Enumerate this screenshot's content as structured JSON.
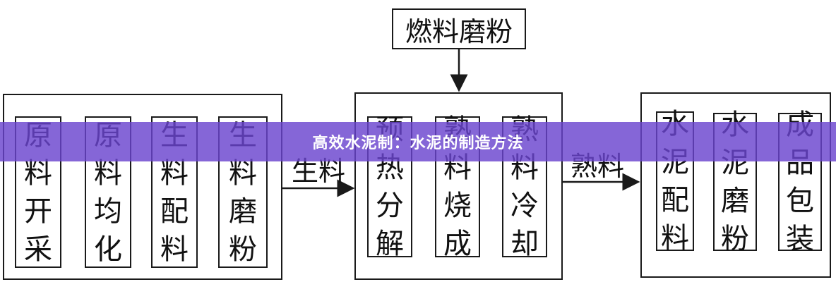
{
  "fuel_box": {
    "label": "燃料磨粉"
  },
  "group1": {
    "steps": [
      [
        "原",
        "料",
        "开",
        "采"
      ],
      [
        "原",
        "料",
        "均",
        "化"
      ],
      [
        "生",
        "料",
        "配",
        "料"
      ],
      [
        "生",
        "料",
        "磨",
        "粉"
      ]
    ]
  },
  "group2": {
    "steps": [
      [
        "预",
        "热",
        "分",
        "解"
      ],
      [
        "熟",
        "料",
        "烧",
        "成"
      ],
      [
        "熟",
        "料",
        "冷",
        "却"
      ]
    ]
  },
  "group3": {
    "steps": [
      [
        "水",
        "泥",
        "配",
        "料"
      ],
      [
        "水",
        "泥",
        "磨",
        "粉"
      ],
      [
        "成",
        "品",
        "包",
        "装"
      ]
    ]
  },
  "arrow_labels": {
    "raw_meal": "生料",
    "clinker": "熟料"
  },
  "banner": {
    "title": "高效水泥制：水泥的制造方法"
  },
  "colors": {
    "line": "#1a1a1a",
    "banner": "#6a44ce",
    "banner_text": "#ffffff"
  }
}
